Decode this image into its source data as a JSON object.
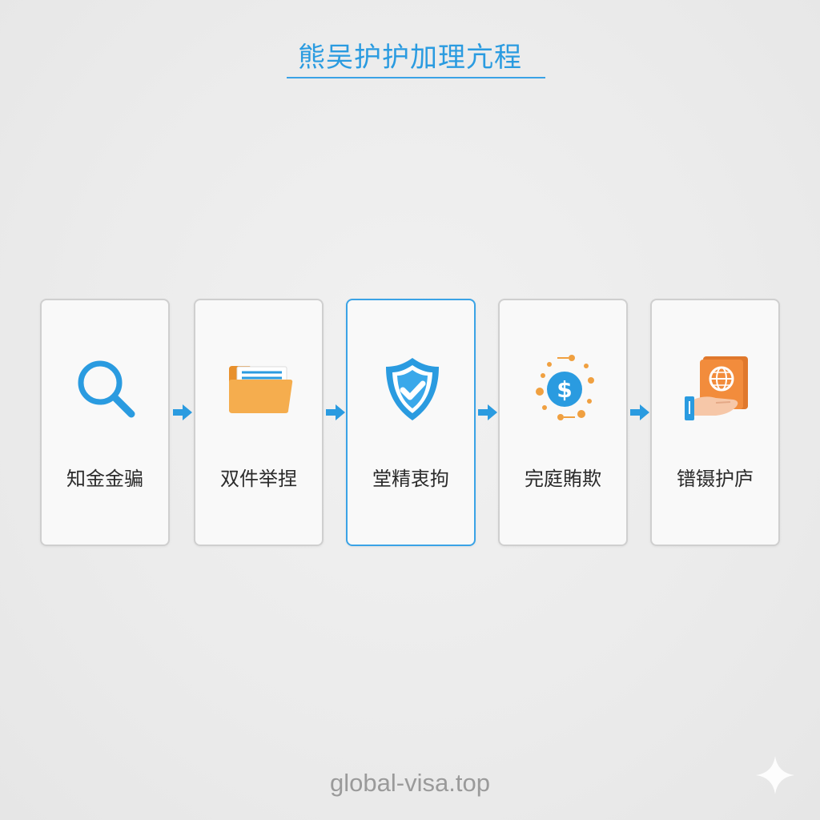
{
  "header": {
    "title": "熊吴护护加理亢程"
  },
  "steps": [
    {
      "label": "知金金骗",
      "icon": "search-icon"
    },
    {
      "label": "双件举捏",
      "icon": "folder-icon"
    },
    {
      "label": "堂精衷拘",
      "icon": "shield-check-icon"
    },
    {
      "label": "完庭賄欺",
      "icon": "dollar-coin-icon"
    },
    {
      "label": "镨镊护庐",
      "icon": "passport-hand-icon"
    }
  ],
  "active_step": 2,
  "footer": {
    "url": "global-visa.top"
  },
  "colors": {
    "accent_blue": "#2a9be0",
    "icon_orange": "#f0a040",
    "card_border": "#cfcfcf",
    "active_border": "#3aa3e6"
  }
}
